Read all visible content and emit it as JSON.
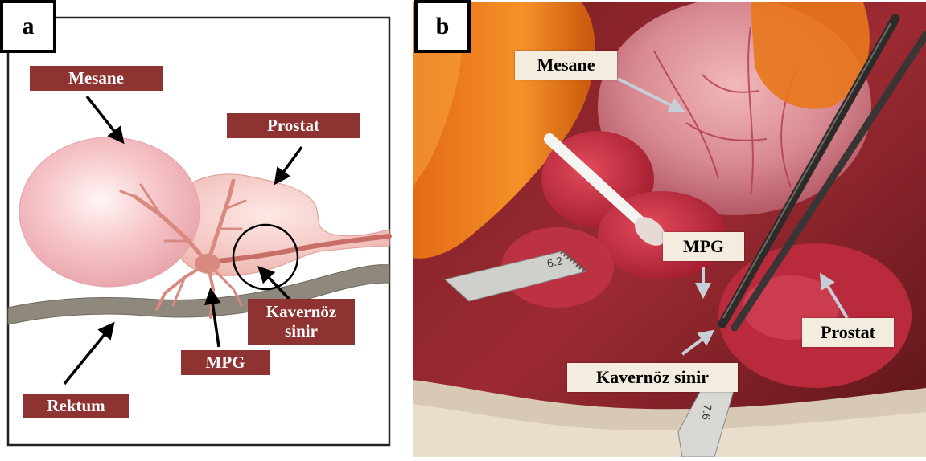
{
  "panel_a": {
    "letter": "a",
    "labels": {
      "mesane": "Mesane",
      "prostat": "Prostat",
      "kavernoz_line1": "Kavernöz",
      "kavernoz_line2": "sinir",
      "mpg": "MPG",
      "rektum": "Rektum"
    }
  },
  "panel_b": {
    "letter": "b",
    "labels": {
      "mesane": "Mesane",
      "mpg": "MPG",
      "prostat": "Prostat",
      "kavernoz": "Kavernöz sinir"
    },
    "ruler_marks": [
      "6.2",
      "7.6"
    ]
  },
  "colors": {
    "label_red": "#8e3331",
    "label_white": "#f3ecdf",
    "tissue_red": "#b8243a",
    "glove_orange": "#f07a1c"
  }
}
